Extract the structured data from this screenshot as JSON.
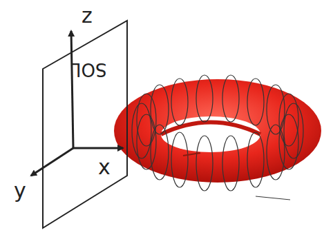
{
  "diagram": {
    "nodes": [
      {
        "text": [
          "SOL"
        ]
      }
    ],
    "labels": [
      "z",
      "y",
      "x"
    ]
  }
}
